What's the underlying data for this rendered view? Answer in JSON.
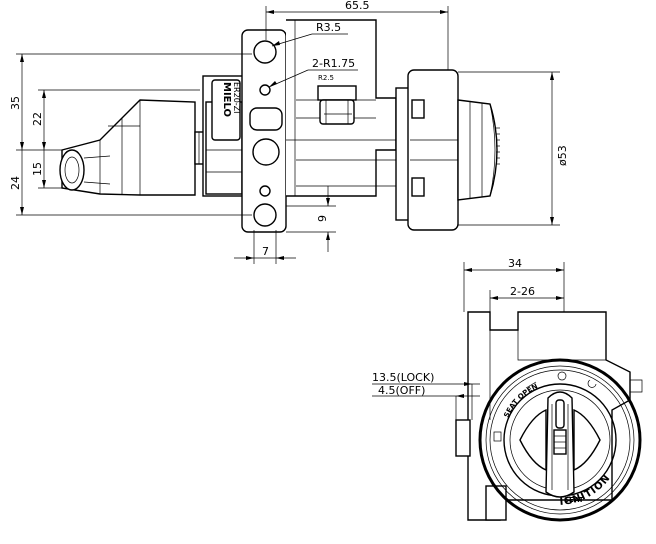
{
  "top_view": {
    "dimensions": {
      "overall_width": "65.5",
      "upper_hole_radius": "R3.5",
      "small_hole_radius": "2-R1.75",
      "small_hole_note": "R2.5",
      "height_upper": "35",
      "height_22": "22",
      "height_15": "15",
      "height_lower": "24",
      "diameter": "ø53",
      "offset_9": "9",
      "width_7": "7"
    },
    "housing_text": {
      "line1": "MIELO",
      "line2": "ER20-ZI"
    }
  },
  "front_view": {
    "dimensions": {
      "width_34": "34",
      "width_2_26": "2-26",
      "lock_position": "13.5(LOCK)",
      "off_position": "4.5(OFF)"
    },
    "dial_labels": {
      "seat_open": "SEAT OPEN",
      "seat": "SEAT",
      "ignition": "IGNITION"
    }
  }
}
